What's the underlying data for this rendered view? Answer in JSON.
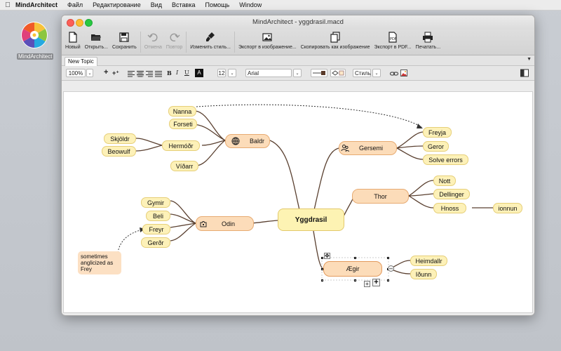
{
  "menubar": {
    "app_name": "MindArchitect",
    "items": [
      "Файл",
      "Редактирование",
      "Вид",
      "Вставка",
      "Помощь",
      "Window"
    ]
  },
  "desktop": {
    "app_icon_label": "MindArchitect"
  },
  "window": {
    "title": "MindArchitect - yggdrasil.macd"
  },
  "toolbar": {
    "new": "Новый",
    "open": "Открыть...",
    "save": "Сохранить",
    "undo": "Отмена",
    "redo": "Повтор",
    "change_style": "Изменить стиль...",
    "export_image": "Экспорт в изображение...",
    "copy_image": "Скопировать как изображение",
    "export_pdf": "Экспорт в PDF...",
    "print": "Печатать..."
  },
  "tabs": [
    {
      "label": "New Topic"
    }
  ],
  "formatbar": {
    "zoom": "100%",
    "font_size": "12",
    "font_name": "Arial",
    "style_label": "Стиль"
  },
  "mindmap": {
    "root": "Yggdrasil",
    "baldr": {
      "label": "Baldr",
      "children": [
        "Nanna",
        "Forseti",
        "Hermóðr",
        "Víðarr"
      ],
      "hermodr_children": [
        "Skjöldr",
        "Beowulf"
      ]
    },
    "gersemi": {
      "label": "Gersemi",
      "children": [
        "Freyja",
        "Geror",
        "Solve errors"
      ]
    },
    "thor": {
      "label": "Thor",
      "children": [
        "Nott",
        "Dellinger",
        "Hnoss"
      ],
      "hnoss_child": "ionnun"
    },
    "odin": {
      "label": "Odin",
      "children": [
        "Gymir",
        "Beli",
        "Freyr",
        "Gerðr"
      ]
    },
    "aegir": {
      "label": "Ægir",
      "children": [
        "Heimdallr",
        "Iðunn"
      ]
    },
    "note": "sometimes anglicized as Frey"
  },
  "colors": {
    "topic_fill": "#fdf1b8",
    "main_topic_fill": "#fcdcb9",
    "connector": "#5a4030",
    "note_fill": "#fce0c3"
  }
}
